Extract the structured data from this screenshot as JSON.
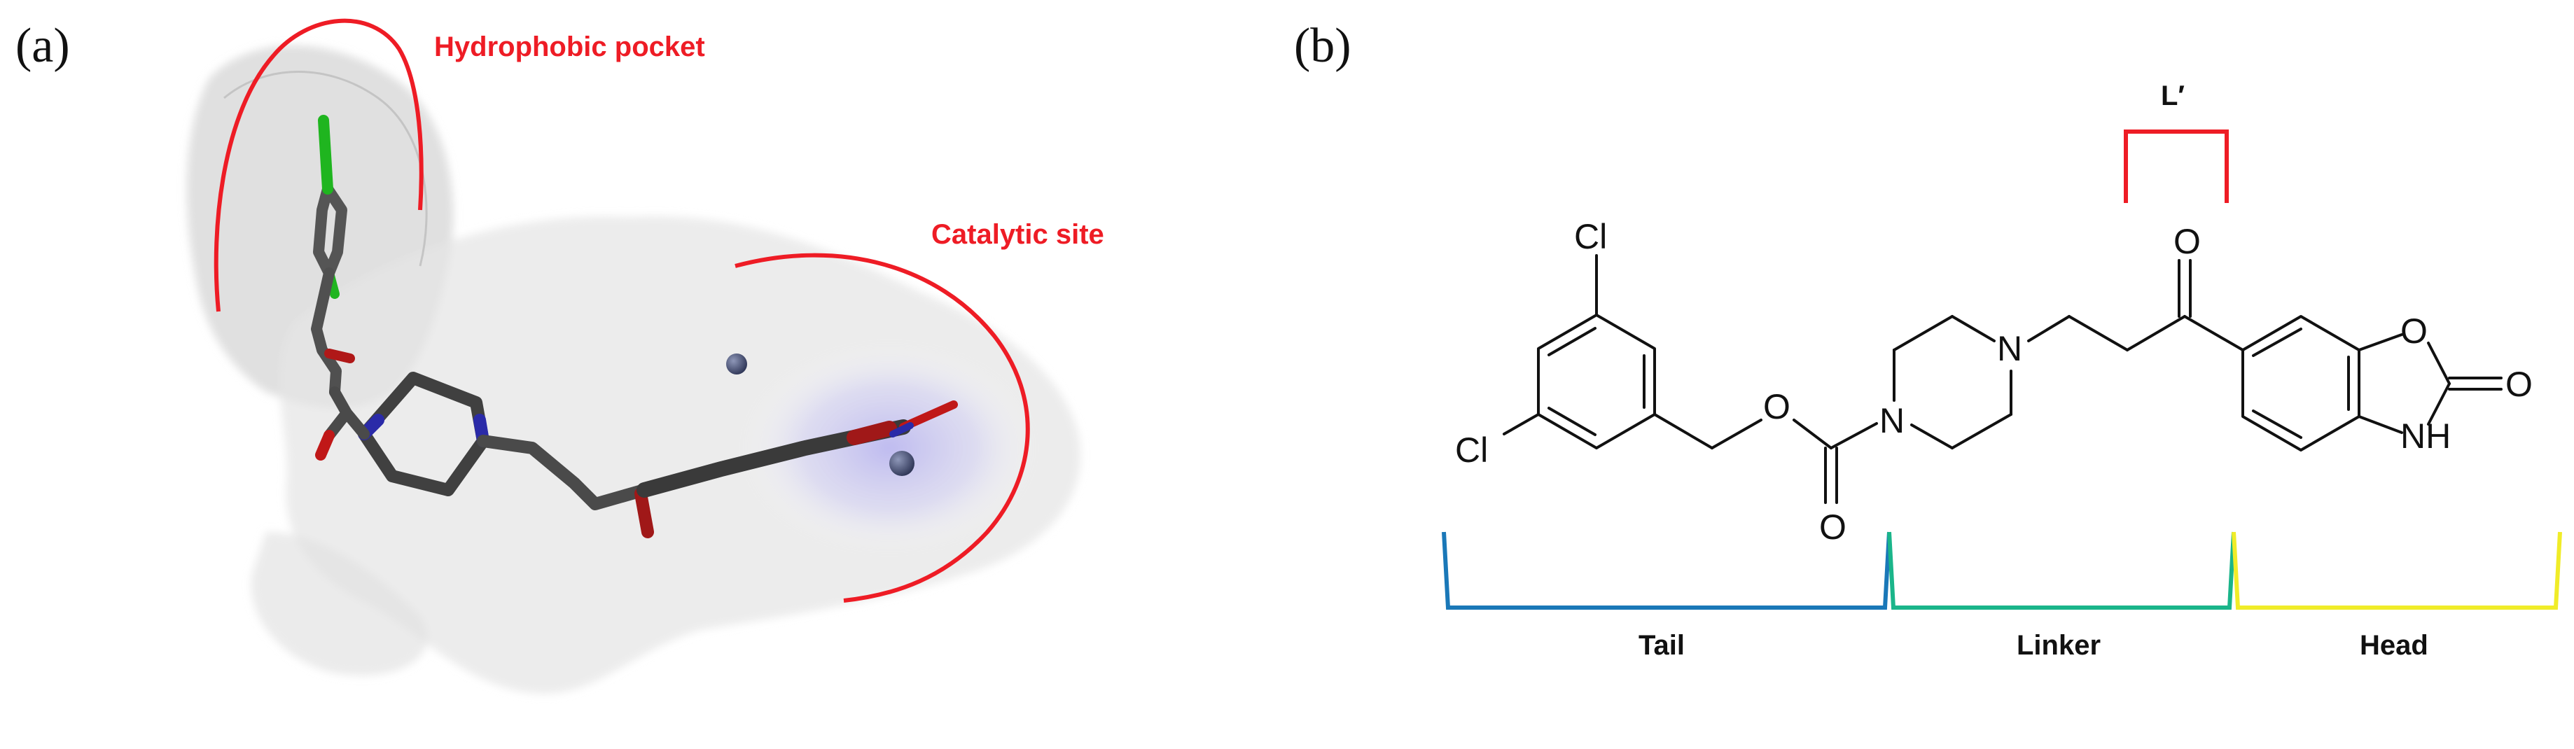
{
  "panel_a": {
    "label": "(a)",
    "pocket_label": "Hydrophobic pocket",
    "site_label": "Catalytic site"
  },
  "panel_b": {
    "label": "(b)",
    "l_prime_label": "L′",
    "atoms": {
      "cl_top": "Cl",
      "cl_left": "Cl",
      "o_ester": "O",
      "o_carbonyl_carbamate": "O",
      "n_left": "N",
      "n_right": "N",
      "o_ketone": "O",
      "o_ring": "O",
      "o_lactone": "O",
      "nh": "NH"
    },
    "sections": {
      "tail": "Tail",
      "linker": "Linker",
      "head": "Head"
    }
  },
  "colors": {
    "annotation_red": "#ee1c25",
    "tail_bracket": "#1a78b8",
    "linker_bracket": "#1ab58a",
    "head_bracket": "#f0ec28",
    "surface_gray": "#dcdcdc",
    "ligand_gray": "#4a4a4a",
    "chlorine_green": "#1fb51f",
    "oxygen_red": "#c01818",
    "nitrogen_blue": "#2a2aa8",
    "zinc_ion": "#4d5678"
  }
}
